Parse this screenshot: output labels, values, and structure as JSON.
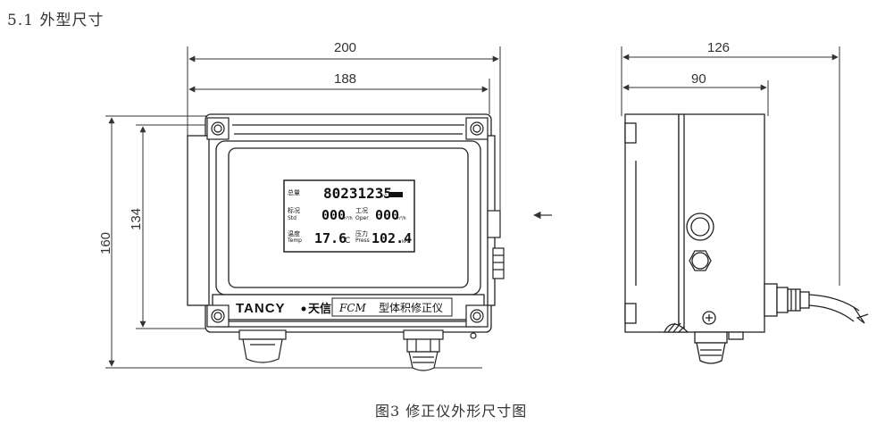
{
  "section_title": "5.1 外型尺寸",
  "caption": "图3  修正仪外形尺寸图",
  "dimensions": {
    "front_width_outer": "200",
    "front_width_inner": "188",
    "front_height_outer": "160",
    "front_height_inner": "134",
    "side_width_outer": "126",
    "side_width_inner": "90"
  },
  "device": {
    "brand": "TANCY",
    "brand_cn": "天信",
    "model": "FCM",
    "model_desc": "型体积修正仪"
  },
  "lcd": {
    "total_label": "总量",
    "total_value": "80231235",
    "total_unit": "m³",
    "std_label_cn": "标况",
    "std_label_en": "Std",
    "std_value": "000",
    "std_unit": "m³/h",
    "oper_label_cn": "工况",
    "oper_label_en": "Oper",
    "oper_value": "000",
    "oper_unit": "m³/h",
    "temp_label_cn": "温度",
    "temp_label_en": "Temp",
    "temp_value": "17.6",
    "temp_unit": "C",
    "press_label_cn": "压力",
    "press_label_en": "Press",
    "press_value": "102.4",
    "press_unit": "kPa"
  }
}
